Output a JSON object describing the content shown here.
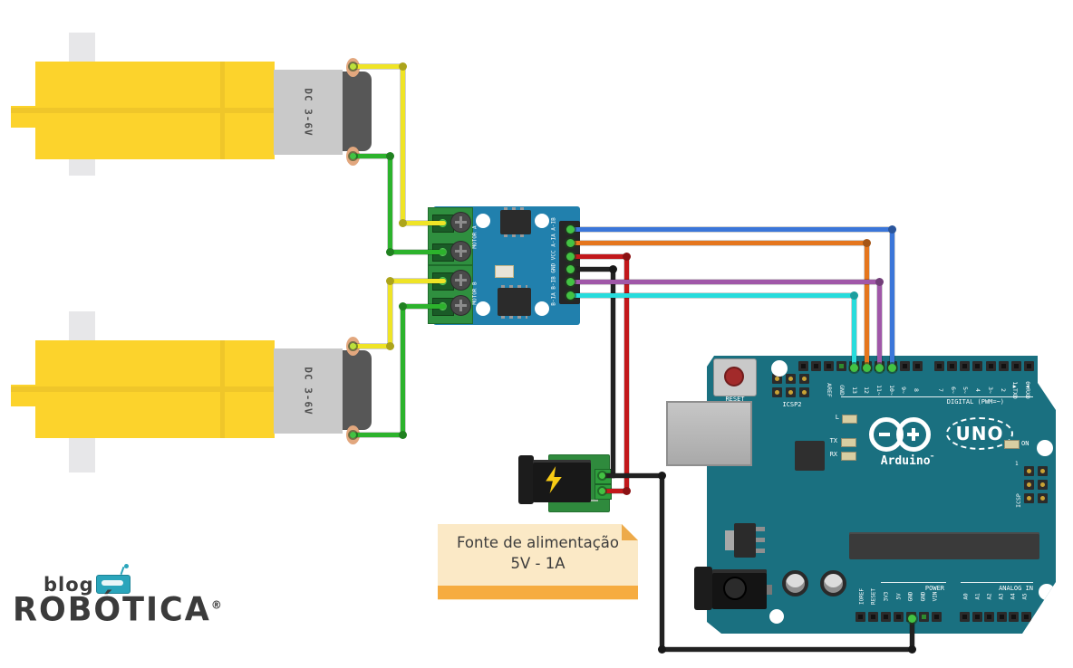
{
  "colors": {
    "arduino_board": "#1A7080",
    "driver_board": "#2180AD",
    "power_pcb": "#2F8A3D",
    "motor_yellow": "#FCD32C",
    "note_bg": "#FBE9C6",
    "note_bar": "#F6AC40",
    "logo_teal": "#2AA5BB",
    "wire_yellow": "#EFE426",
    "wire_green": "#2CB32C",
    "wire_blue": "#3B76D9",
    "wire_orange": "#E5761D",
    "wire_red": "#C2181B",
    "wire_black": "#212121",
    "wire_purple": "#A057A8",
    "wire_cyan": "#27DCDC"
  },
  "motors": {
    "label": "DC 3-6V"
  },
  "driver": {
    "motor_a": "MOTOR A",
    "motor_b": "MOTOR B",
    "header_label": "B-IA B-IB GND VCC A-IA A-IB",
    "header_pins": [
      "A-IB",
      "A-IA",
      "VCC",
      "GND",
      "B-IB",
      "B-IA"
    ]
  },
  "power_note": {
    "line1": "Fonte de alimentação",
    "line2": "5V - 1A"
  },
  "arduino": {
    "reset": "RESET",
    "icsp2": "ICSP2",
    "icsp": "ICSP",
    "icsp_pin1": "1",
    "digital_caption": "DIGITAL (PWM=~)",
    "dleft": [
      "",
      "",
      "AREF",
      "GND",
      "13",
      "12",
      "11~",
      "10~",
      "9~",
      "8"
    ],
    "dright": [
      "7",
      "6~",
      "5~",
      "4",
      "3~",
      "2",
      "1▲TXD",
      "0▼RXD"
    ],
    "led_l": "L",
    "led_tx": "TX",
    "led_rx": "RX",
    "led_on": "ON",
    "brand": "Arduino",
    "brand_tm": "™",
    "model": "UNO",
    "power_caption": "POWER",
    "power_labels": [
      "IOREF",
      "RESET",
      "3V3",
      "5V",
      "GND",
      "GND",
      "VIN"
    ],
    "analog_caption": "ANALOG IN",
    "analog_labels": [
      "A0",
      "A1",
      "A2",
      "A3",
      "A4",
      "A5"
    ]
  },
  "logo": {
    "line1": "blog da",
    "line2": "ROBÓTICA",
    "reg": "®"
  },
  "wiring": [
    {
      "color": "#EFE426",
      "from": "motor-top terminal 1",
      "to": "driver MOTOR A-1"
    },
    {
      "color": "#2CB32C",
      "from": "motor-top terminal 2",
      "to": "driver MOTOR A-2"
    },
    {
      "color": "#EFE426",
      "from": "motor-bottom terminal 1",
      "to": "driver MOTOR B-1"
    },
    {
      "color": "#2CB32C",
      "from": "motor-bottom terminal 2",
      "to": "driver MOTOR B-2"
    },
    {
      "color": "#3B76D9",
      "from": "driver A-IB",
      "to": "arduino pin 10"
    },
    {
      "color": "#E5761D",
      "from": "driver A-IA",
      "to": "arduino pin 12"
    },
    {
      "color": "#A057A8",
      "from": "driver B-IB",
      "to": "arduino pin 11"
    },
    {
      "color": "#27DCDC",
      "from": "driver B-IA",
      "to": "arduino pin 13"
    },
    {
      "color": "#C2181B",
      "from": "driver VCC",
      "to": "power supply +"
    },
    {
      "color": "#212121",
      "from": "driver GND",
      "to": "power supply -"
    },
    {
      "color": "#212121",
      "from": "power supply -",
      "to": "arduino GND"
    }
  ]
}
